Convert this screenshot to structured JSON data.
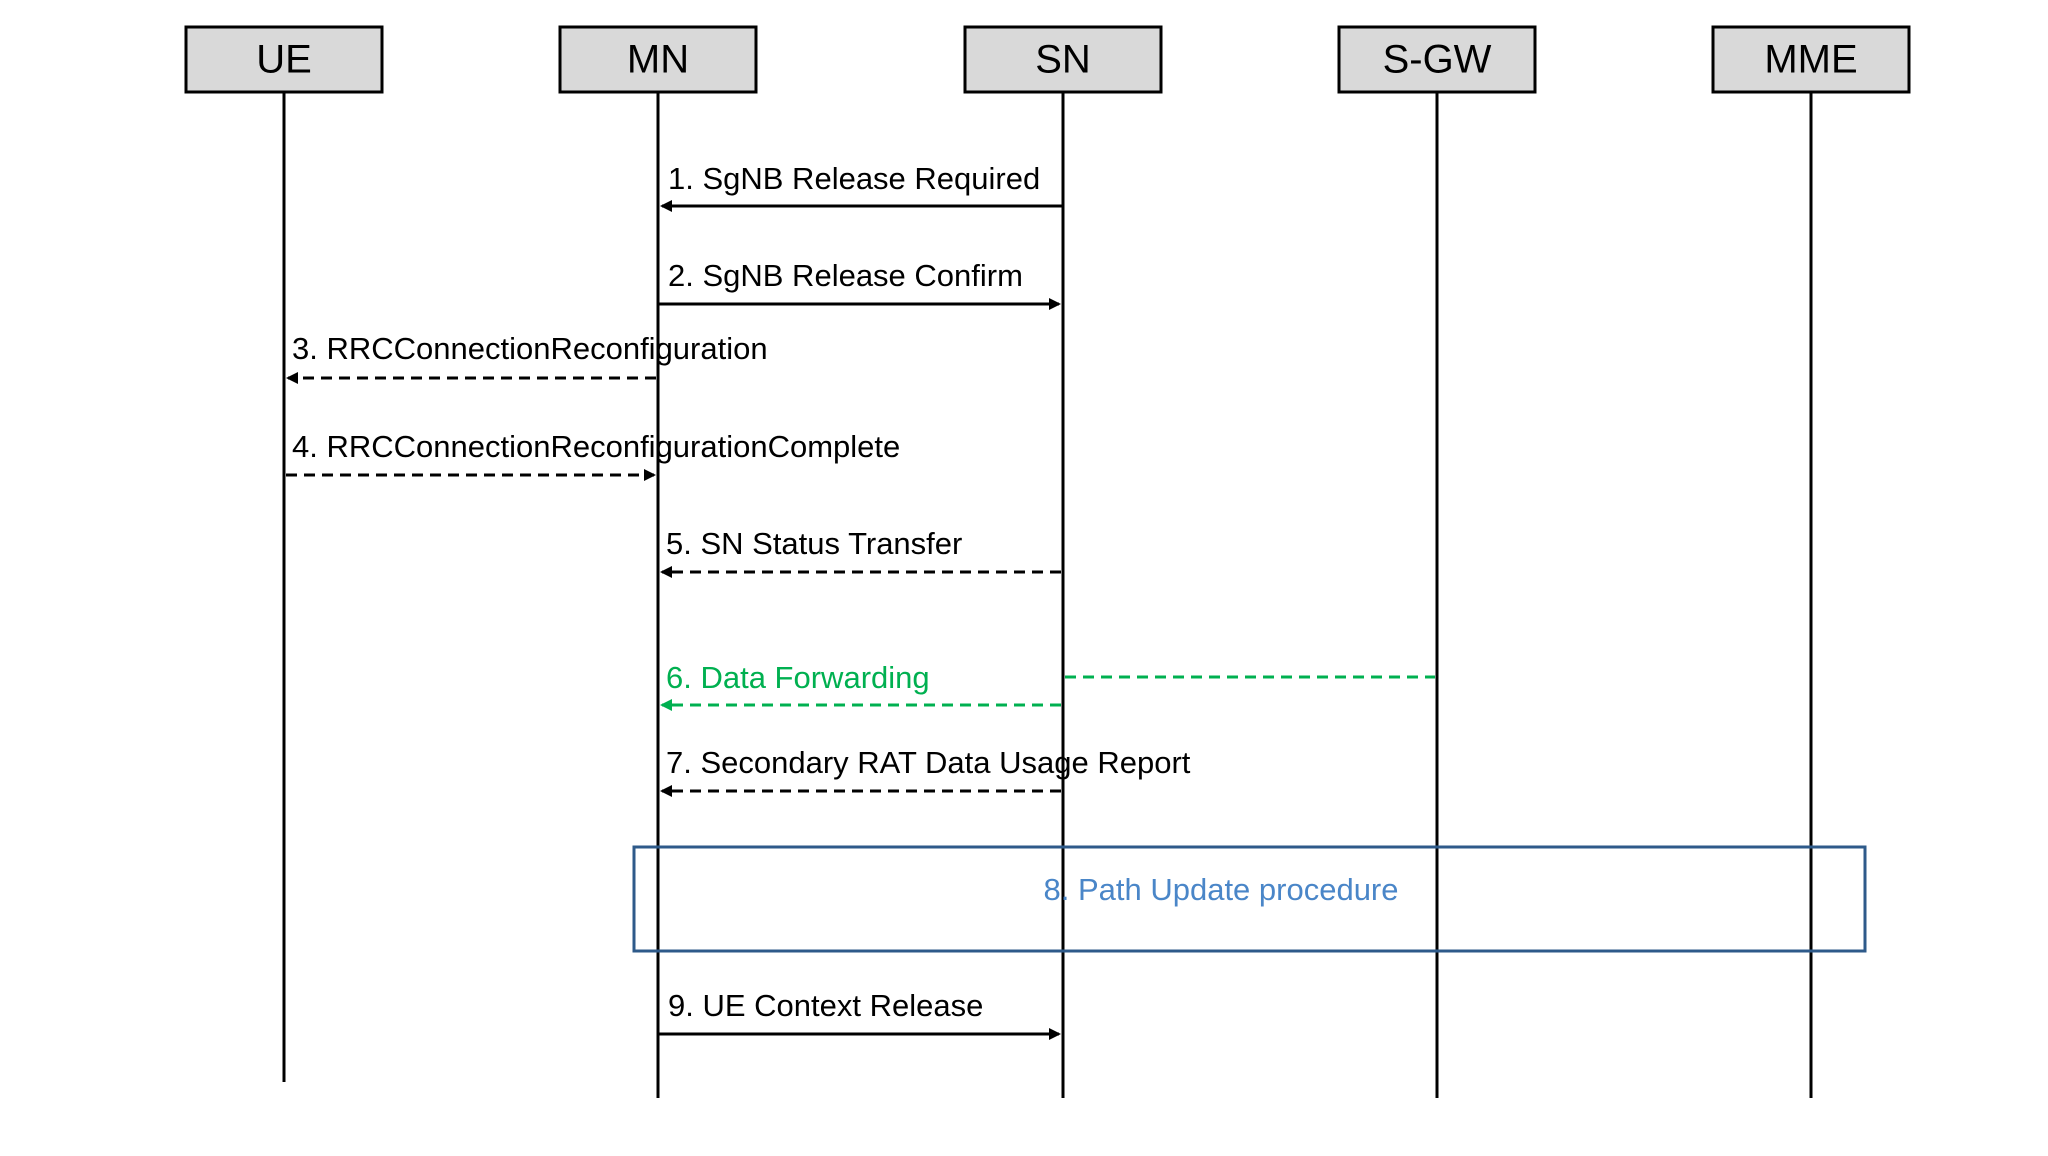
{
  "entities": [
    {
      "id": "ue",
      "label": "UE"
    },
    {
      "id": "mn",
      "label": "MN"
    },
    {
      "id": "sn",
      "label": "SN"
    },
    {
      "id": "sgw",
      "label": "S-GW"
    },
    {
      "id": "mme",
      "label": "MME"
    }
  ],
  "messages": [
    {
      "label": "1. SgNB Release Required",
      "from": "sn",
      "to": "mn",
      "style": "solid"
    },
    {
      "label": "2. SgNB Release Confirm",
      "from": "mn",
      "to": "sn",
      "style": "solid"
    },
    {
      "label": "3. RRCConnectionReconfiguration",
      "from": "mn",
      "to": "ue",
      "style": "dashed"
    },
    {
      "label": "4. RRCConnectionReconfigurationComplete",
      "from": "ue",
      "to": "mn",
      "style": "dashed"
    },
    {
      "label": "5. SN Status Transfer",
      "from": "sn",
      "to": "mn",
      "style": "dashed"
    },
    {
      "label": "6. Data Forwarding",
      "from": "sgw",
      "to": "mn",
      "via": "sn",
      "style": "dashed",
      "color": "#00b050"
    },
    {
      "label": "7. Secondary RAT Data Usage Report",
      "from": "sn",
      "to": "mn",
      "style": "dashed"
    },
    {
      "label": "9. UE Context Release",
      "from": "mn",
      "to": "sn",
      "style": "solid"
    }
  ],
  "procedure": {
    "label": "8. Path Update procedure",
    "border_color": "#2e5a8a",
    "text_color": "#4a86c8"
  }
}
